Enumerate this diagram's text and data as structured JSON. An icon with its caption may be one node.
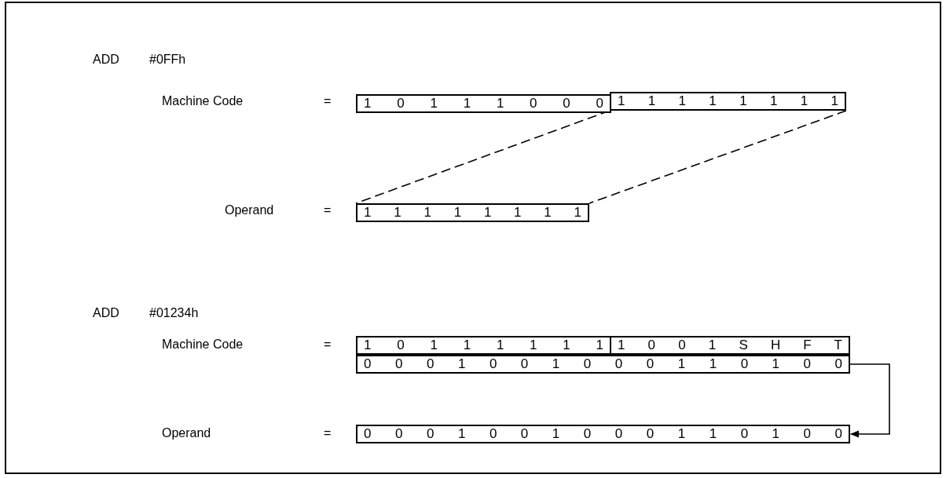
{
  "diagram": {
    "nodes": [
      {
        "text": [
          "1 0 1 1 1 0 0 0"
        ]
      },
      {
        "text": [
          "1 1 1 1 1 1 1 1"
        ]
      },
      {
        "text": [
          "1 1 1 1 1 1 1 1"
        ]
      },
      {
        "text": [
          "1 0 1 1 1 1 1 1"
        ]
      },
      {
        "text": [
          "1 0 0 1 S H F T"
        ]
      },
      {
        "text": [
          "0 0 0 1 0 0 1 0 0 0 1 1 0 1 0 0"
        ]
      },
      {
        "text": [
          "0 0 0 1 0 0 1 0 0 0 1 1 0 1 0 0"
        ]
      }
    ],
    "edges": [
      {
        "from": 1,
        "to": 2,
        "arrow": "none",
        "style": "dashed"
      },
      {
        "from": 1,
        "to": 2,
        "arrow": "none",
        "style": "dashed"
      },
      {
        "from": 5,
        "to": 6,
        "arrow": "to"
      }
    ],
    "labels": [
      "ADD",
      "#0FFh",
      "Machine Code",
      "=",
      "Operand",
      "=",
      "ADD",
      "#01234h",
      "Machine Code",
      "=",
      "Operand",
      "="
    ]
  }
}
